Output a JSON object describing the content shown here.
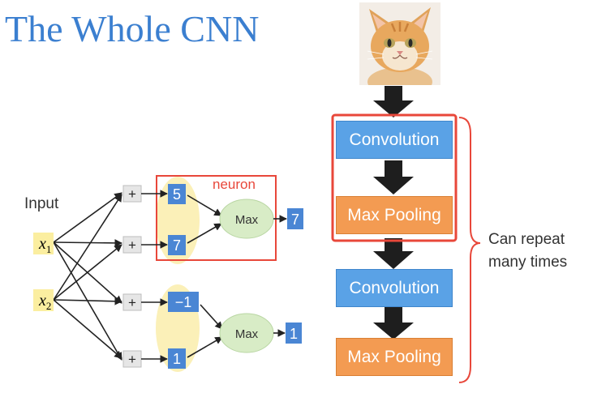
{
  "title": "The Whole CNN",
  "network": {
    "input_label": "Input",
    "inputs": [
      {
        "name": "x",
        "sub": "1"
      },
      {
        "name": "x",
        "sub": "2"
      }
    ],
    "plus_symbol": "+",
    "sums": [
      "5",
      "7",
      "−1",
      "1"
    ],
    "max_label": "Max",
    "outputs": [
      "7",
      "1"
    ],
    "neuron_label": "neuron"
  },
  "flow": {
    "steps": [
      "Convolution",
      "Max Pooling",
      "Convolution",
      "Max Pooling"
    ],
    "repeat_line1": "Can repeat",
    "repeat_line2": "many times"
  },
  "colors": {
    "title": "#3b7fd0",
    "convolution": "#5aa2e6",
    "max_pooling": "#f39b52",
    "highlight": "#e8473a",
    "value_box": "#4a86d4",
    "input_box": "#fbeea0",
    "max_ellipse": "#d8ecc6",
    "group_ellipse": "#fbf0b8"
  }
}
